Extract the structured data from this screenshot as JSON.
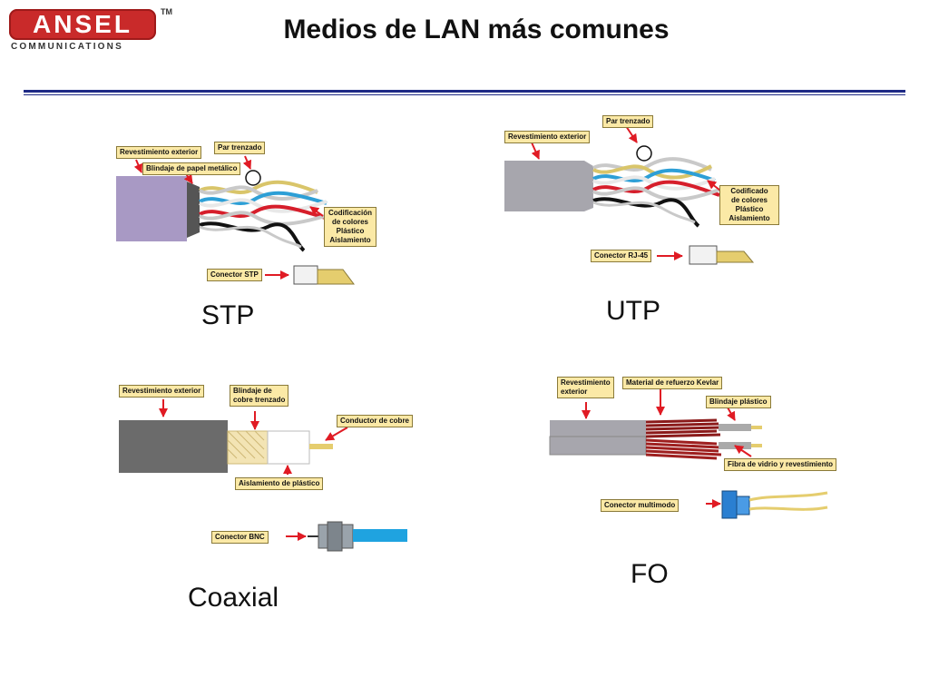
{
  "logo": {
    "name": "ANSEL",
    "tm": "TM",
    "sub": "COMMUNICATIONS"
  },
  "title": "Medios de LAN más comunes",
  "colors": {
    "rule": "#1f2a86",
    "label_bg": "#fbe9a6",
    "arrow": "#e01b24",
    "logo_red": "#c92a2a"
  },
  "stp": {
    "caption": "STP",
    "labels": {
      "jacket": "Revestimiento exterior",
      "shield": "Blindaje de papel metálico",
      "pair": "Par trenzado",
      "coding": [
        "Codificación",
        "de colores",
        "Plástico",
        "Aislamiento"
      ],
      "connector": "Conector STP"
    }
  },
  "utp": {
    "caption": "UTP",
    "labels": {
      "jacket": "Revestimiento exterior",
      "pair": "Par trenzado",
      "coding": [
        "Codificado",
        "de colores",
        "Plástico",
        "Aislamiento"
      ],
      "connector": "Conector RJ-45"
    }
  },
  "coax": {
    "caption": "Coaxial",
    "labels": {
      "jacket": "Revestimiento exterior",
      "braid": [
        "Blindaje de",
        "cobre trenzado"
      ],
      "conductor": "Conductor de cobre",
      "insulation": "Aislamiento de plástico",
      "connector": "Conector BNC"
    }
  },
  "fo": {
    "caption": "FO",
    "labels": {
      "jacket": [
        "Revestimiento",
        "exterior"
      ],
      "kevlar": "Material de refuerzo Kevlar",
      "buffer": "Blindaje plástico",
      "fiber": "Fibra de vidrio y revestimiento",
      "connector": "Conector multimodo"
    }
  }
}
